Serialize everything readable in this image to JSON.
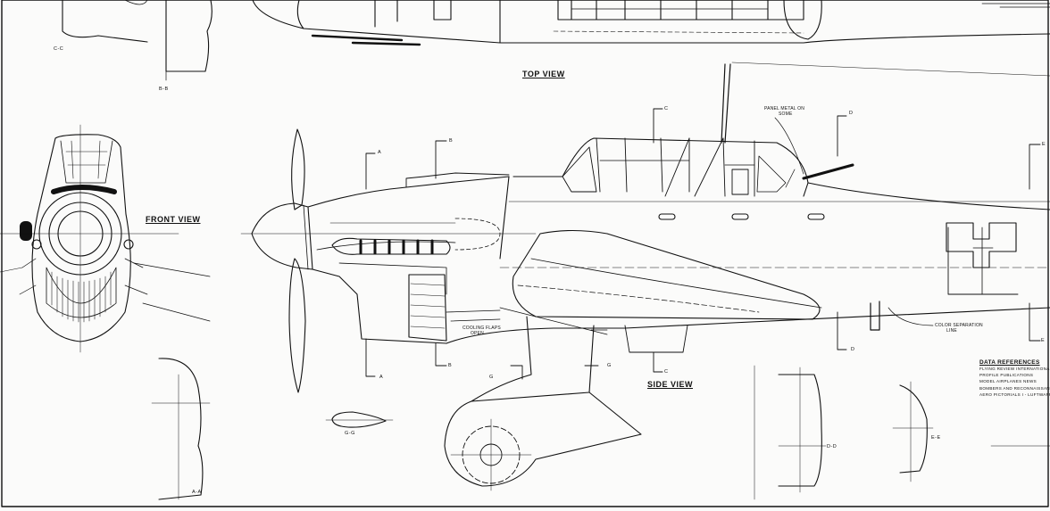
{
  "views": {
    "top_view": "TOP VIEW",
    "front_view": "FRONT VIEW",
    "side_view": "SIDE VIEW"
  },
  "sections": {
    "cc": "C-C",
    "bb": "B-B",
    "aa": "A-A",
    "gg": "G-G",
    "dd": "D-D",
    "ee": "E-E"
  },
  "markers": {
    "a_top": "A",
    "a_bottom": "A",
    "b_top": "B",
    "b_bottom": "B",
    "c_top": "C",
    "c_bottom": "C",
    "d_top": "D",
    "d_bottom": "D",
    "e_top": "E",
    "e_bottom": "E",
    "g_left": "G",
    "g_right": "G"
  },
  "annotations": {
    "panel_line1": "PANEL  METAL  ON",
    "panel_line2": "SOME",
    "cooling_line1": "COOLING  FLAPS",
    "cooling_line2": "OPEN",
    "color_line1": "COLOR  SEPARATION",
    "color_line2": "LINE"
  },
  "data_references": {
    "heading": "DATA  REFERENCES",
    "items": [
      "FLYING  REVIEW  INTERNATIONAL",
      "PROFILE  PUBLICATIONS",
      "MODEL  AIRPLANES  NEWS",
      "BOMBERS  AND  RECONNAISSANCE",
      "AERO  PICTORIALS  I - LUFTWAFFE"
    ]
  },
  "colors": {
    "ink": "#111111",
    "paper": "#fbfbfa"
  }
}
